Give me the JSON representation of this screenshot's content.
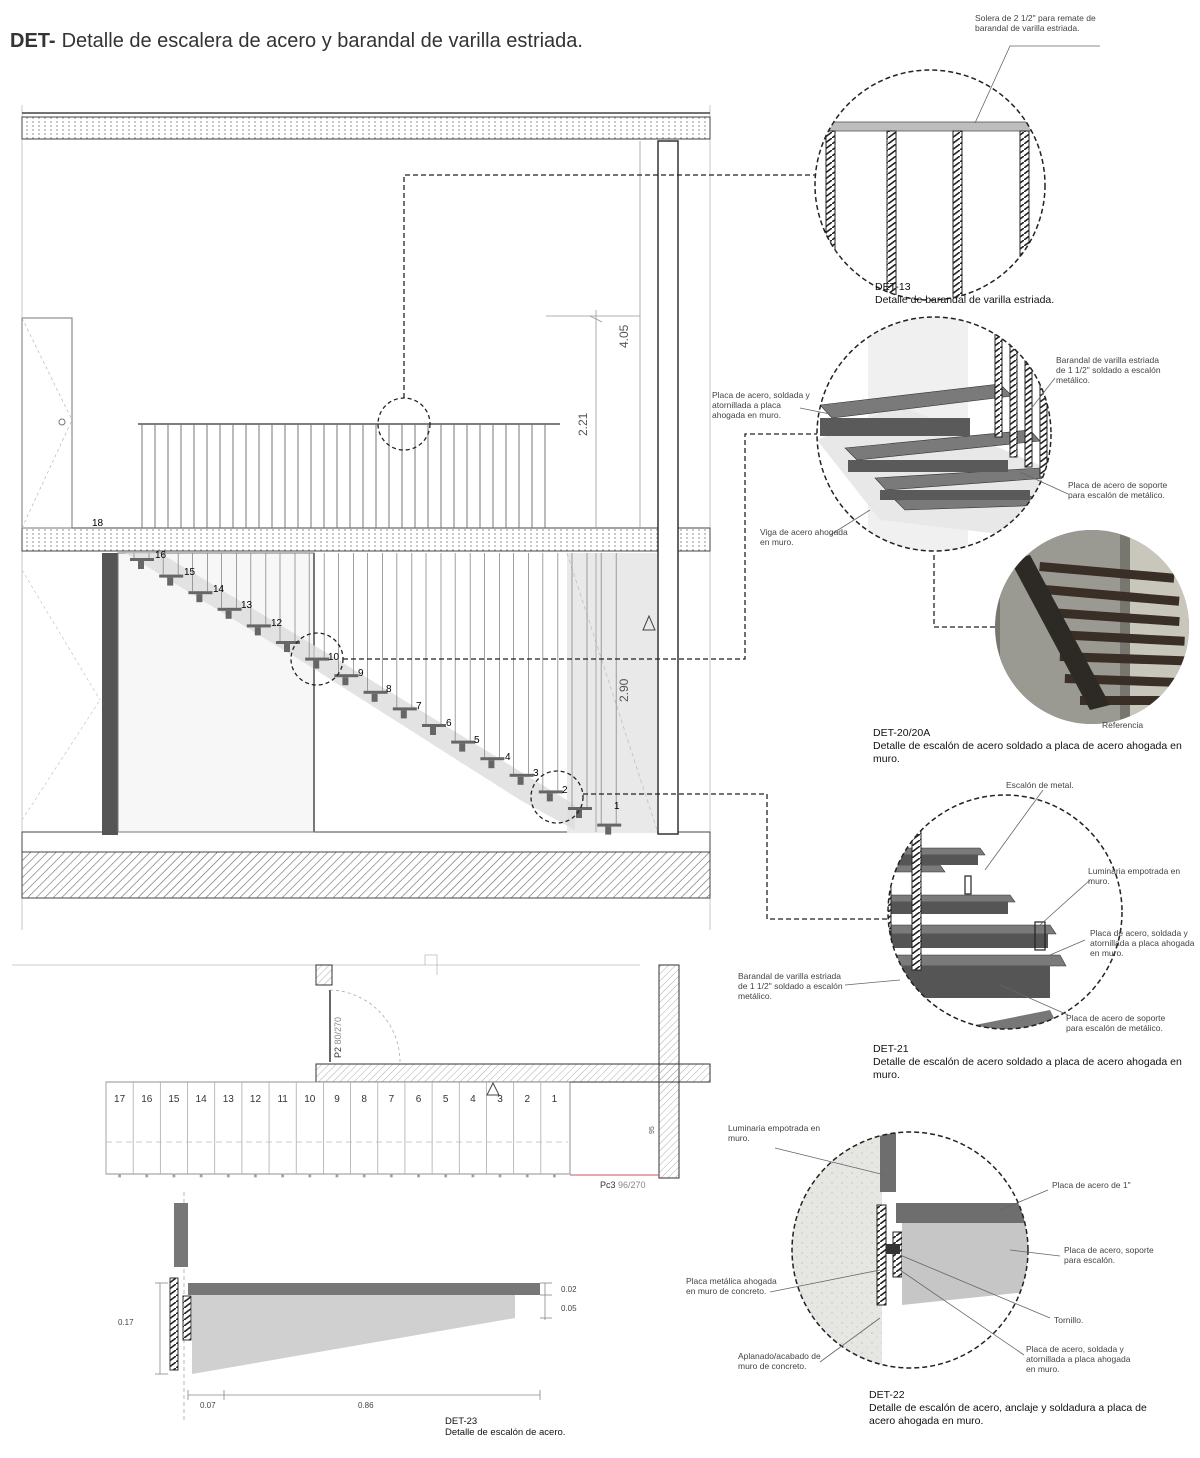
{
  "sheet_title": {
    "prefix": "DET-",
    "text": "Detalle de escalera de acero y barandal de varilla estriada."
  },
  "dims": {
    "d405": "4.05",
    "d221": "2.21",
    "d290": "2.90",
    "d002": "0.02",
    "d005": "0.05",
    "d017": "0.17",
    "d007": "0.07",
    "d086": "0.86",
    "d95": "95"
  },
  "elevation_steps": [
    "1",
    "2",
    "3",
    "4",
    "5",
    "6",
    "7",
    "8",
    "9",
    "10",
    "12",
    "13",
    "14",
    "15",
    "16",
    "18"
  ],
  "plan_steps": [
    "17",
    "16",
    "15",
    "14",
    "13",
    "12",
    "11",
    "10",
    "9",
    "8",
    "7",
    "6",
    "5",
    "4",
    "3",
    "2",
    "1"
  ],
  "plan_tags": {
    "door": "P2",
    "door_size": "80/270",
    "pc": "Pc3",
    "pc_size": "96/270"
  },
  "det13": {
    "code": "DET-13",
    "title": "Detalle de barandal de varilla estriada.",
    "note": "Solera de 2 1/2\" para remate de barandal de varilla estriada."
  },
  "det20": {
    "code": "DET-20/20A",
    "title": "Detalle de escalón de acero soldado a placa de acero ahogada en muro.",
    "notes": {
      "placa": "Placa de acero, soldada y atornillada a placa ahogada en muro.",
      "barandal": "Barandal de varilla estriada de 1 1/2\" soldado a escalón metálico.",
      "soporte": "Placa de acero de soporte para escalón de metálico.",
      "viga": "Viga de acero ahogada en muro."
    },
    "photo_caption": "Referencia"
  },
  "det21": {
    "code": "DET-21",
    "title": "Detalle de escalón de acero soldado a placa de acero ahogada en muro.",
    "notes": {
      "escalon": "Escalón de metal.",
      "luminaria": "Luminaria empotrada en muro.",
      "placa": "Placa de acero, soldada y atornillada a placa ahogada en muro.",
      "barandal": "Barandal de varilla estriada de 1 1/2\" soldado a escalón metálico.",
      "soporte": "Placa de acero de soporte para escalón de metálico."
    }
  },
  "det22": {
    "code": "DET-22",
    "title": "Detalle de escalón de acero, anclaje y soldadura a placa de acero ahogada en muro.",
    "notes": {
      "luminaria": "Luminaria empotrada en muro.",
      "placa1": "Placa de acero de 1\"",
      "soporte": "Placa de acero, soporte para escalón.",
      "placa_met": "Placa metálica ahogada en muro de concreto.",
      "tornillo": "Tornillo.",
      "aplanado": "Aplanado/acabado de muro de concreto.",
      "soldada": "Placa de acero, soldada y atornillada a placa ahogada en muro."
    }
  },
  "det23": {
    "code": "DET-23",
    "title": "Detalle de escalón de acero."
  }
}
